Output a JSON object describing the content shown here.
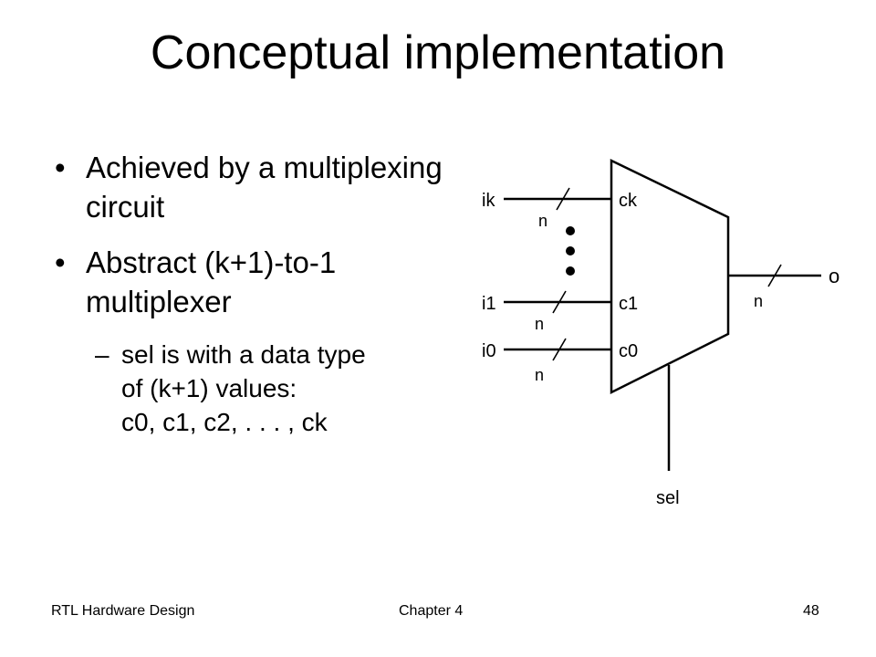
{
  "slide": {
    "title": "Conceptual implementation",
    "bullets": [
      {
        "text": "Achieved by a multiplexing circuit"
      },
      {
        "text": "Abstract (k+1)-to-1 multiplexer"
      }
    ],
    "sub_bullet_lines": [
      "sel is with a data type",
      "of (k+1) values:",
      "c0, c1, c2, . . . , ck"
    ]
  },
  "diagram": {
    "inputs": [
      {
        "signal": "ik",
        "port": "ck",
        "width": "n"
      },
      {
        "signal": "i1",
        "port": "c1",
        "width": "n"
      },
      {
        "signal": "i0",
        "port": "c0",
        "width": "n"
      }
    ],
    "output": {
      "signal": "o",
      "width": "n"
    },
    "select": "sel"
  },
  "footer": {
    "left": "RTL Hardware Design",
    "center": "Chapter 4",
    "page": "48"
  }
}
